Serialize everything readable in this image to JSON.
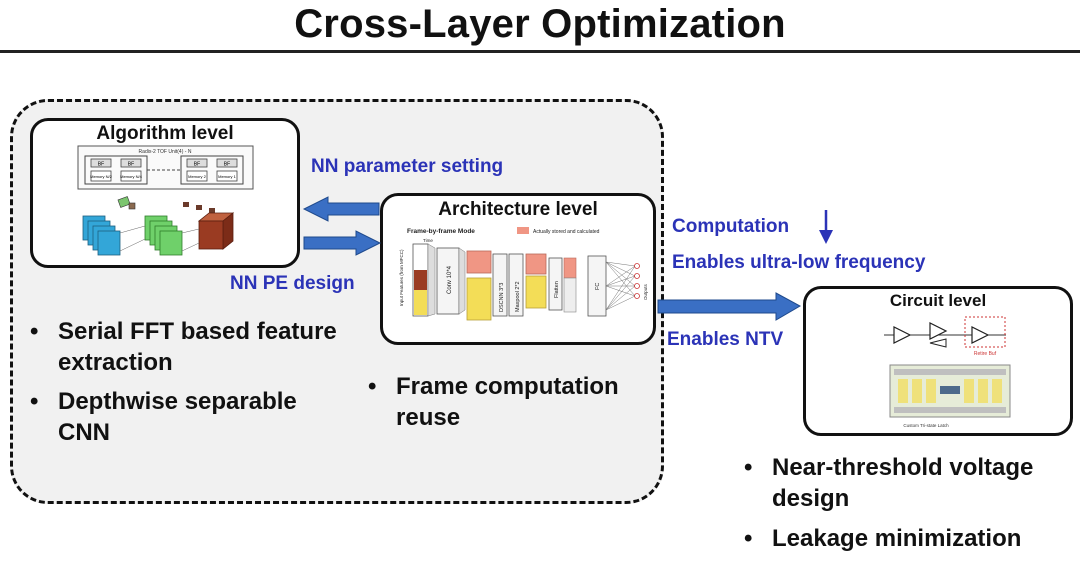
{
  "title": "Cross-Layer Optimization",
  "panels": {
    "algorithm": {
      "title": "Algorithm level",
      "fft_header": "Radix-2 TOF Unit(4) - N",
      "bf_label": "BF",
      "memory_labels": [
        "Memory\nN/2",
        "Memory\nN/4",
        "Memory\n2",
        "Memory\n1"
      ]
    },
    "architecture": {
      "title": "Architecture level",
      "mode_label": "Frame-by-frame Mode",
      "legend_label": "Actually stored and calculated",
      "layers": [
        "Input Features\n(from MFCC)",
        "Conv 10*4",
        "DSCNN 3*3",
        "Maxpool 2*2",
        "Flatten",
        "FC"
      ],
      "time_label": "Time",
      "output_label": "Outputs"
    },
    "circuit": {
      "title": "Circuit level",
      "bottom_caption": "Custom Tri-state Latch",
      "latch_label": "Retire Buf"
    }
  },
  "labels": {
    "nn_parameter_setting": "NN parameter setting",
    "nn_pe_design": "NN PE design",
    "computation": "Computation",
    "enables_ultra_low_frequency": "Enables ultra-low frequency",
    "enables_ntv": "Enables NTV"
  },
  "bullets": {
    "algorithm": [
      "Serial FFT based feature extraction",
      "Depthwise separable CNN"
    ],
    "architecture": [
      "Frame computation reuse"
    ],
    "circuit": [
      "Near-threshold voltage design",
      "Leakage minimization"
    ]
  },
  "colors": {
    "arrow_blue": "#3a6fc4",
    "label_blue": "#2b33b7",
    "stored_block": "#f09684",
    "yellow_block": "#f3dd57",
    "maroon_block": "#9a3b22",
    "green_block": "#6fd06a",
    "cyan_block": "#33a6d8"
  }
}
